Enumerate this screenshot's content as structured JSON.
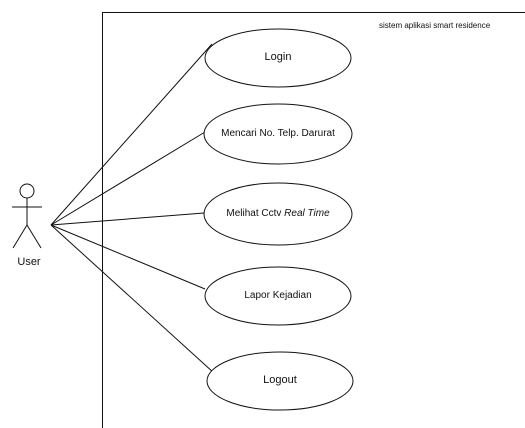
{
  "system": {
    "name": "sistem aplikasi smart residence"
  },
  "actor": {
    "name": "User"
  },
  "use_cases": [
    {
      "label": "Login",
      "label_italic": ""
    },
    {
      "label": "Mencari No. Telp. Darurat",
      "label_italic": ""
    },
    {
      "label": "Melihat Cctv ",
      "label_italic": "Real Time"
    },
    {
      "label": "Lapor Kejadian",
      "label_italic": ""
    },
    {
      "label": "Logout",
      "label_italic": ""
    }
  ],
  "colors": {
    "stroke": "#111111",
    "background": "#ffffff"
  }
}
